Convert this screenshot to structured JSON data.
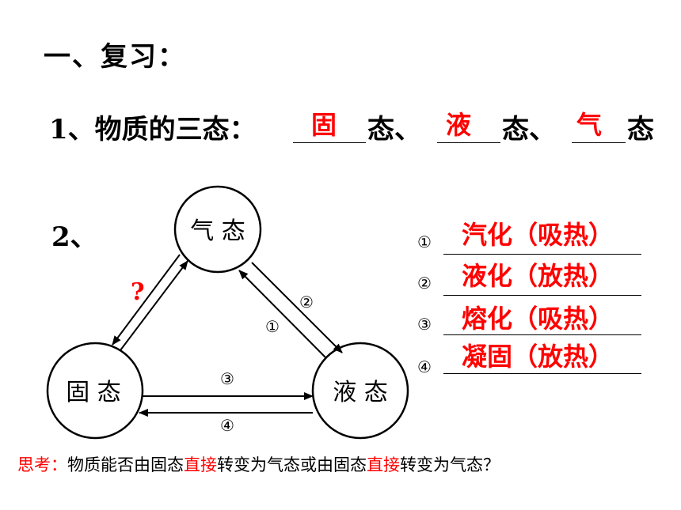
{
  "title": "一、复习：",
  "q1": {
    "prefix": "1、物质的三态：",
    "answers": [
      "固",
      "液",
      "气"
    ],
    "suffix": "态",
    "separator": "态、"
  },
  "q2": {
    "label": "2、",
    "question_mark": "?",
    "nodes": {
      "gas": "气 态",
      "solid": "固 态",
      "liquid": "液 态"
    },
    "arrow_labels": {
      "a1": "①",
      "a2": "②",
      "a3": "③",
      "a4": "④"
    },
    "processes": [
      {
        "num": "①",
        "text": "汽化（吸热）"
      },
      {
        "num": "②",
        "text": "液化（放热）"
      },
      {
        "num": "③",
        "text": "熔化（吸热）"
      },
      {
        "num": "④",
        "text": "凝固（放热）"
      }
    ]
  },
  "think": {
    "label": "思考：",
    "p1": "物质能否由固态",
    "emph": "直接",
    "p2": "转变为气态或由固态",
    "p3": "转变为气态？"
  },
  "colors": {
    "answer": "#ff0000",
    "text": "#000000"
  }
}
